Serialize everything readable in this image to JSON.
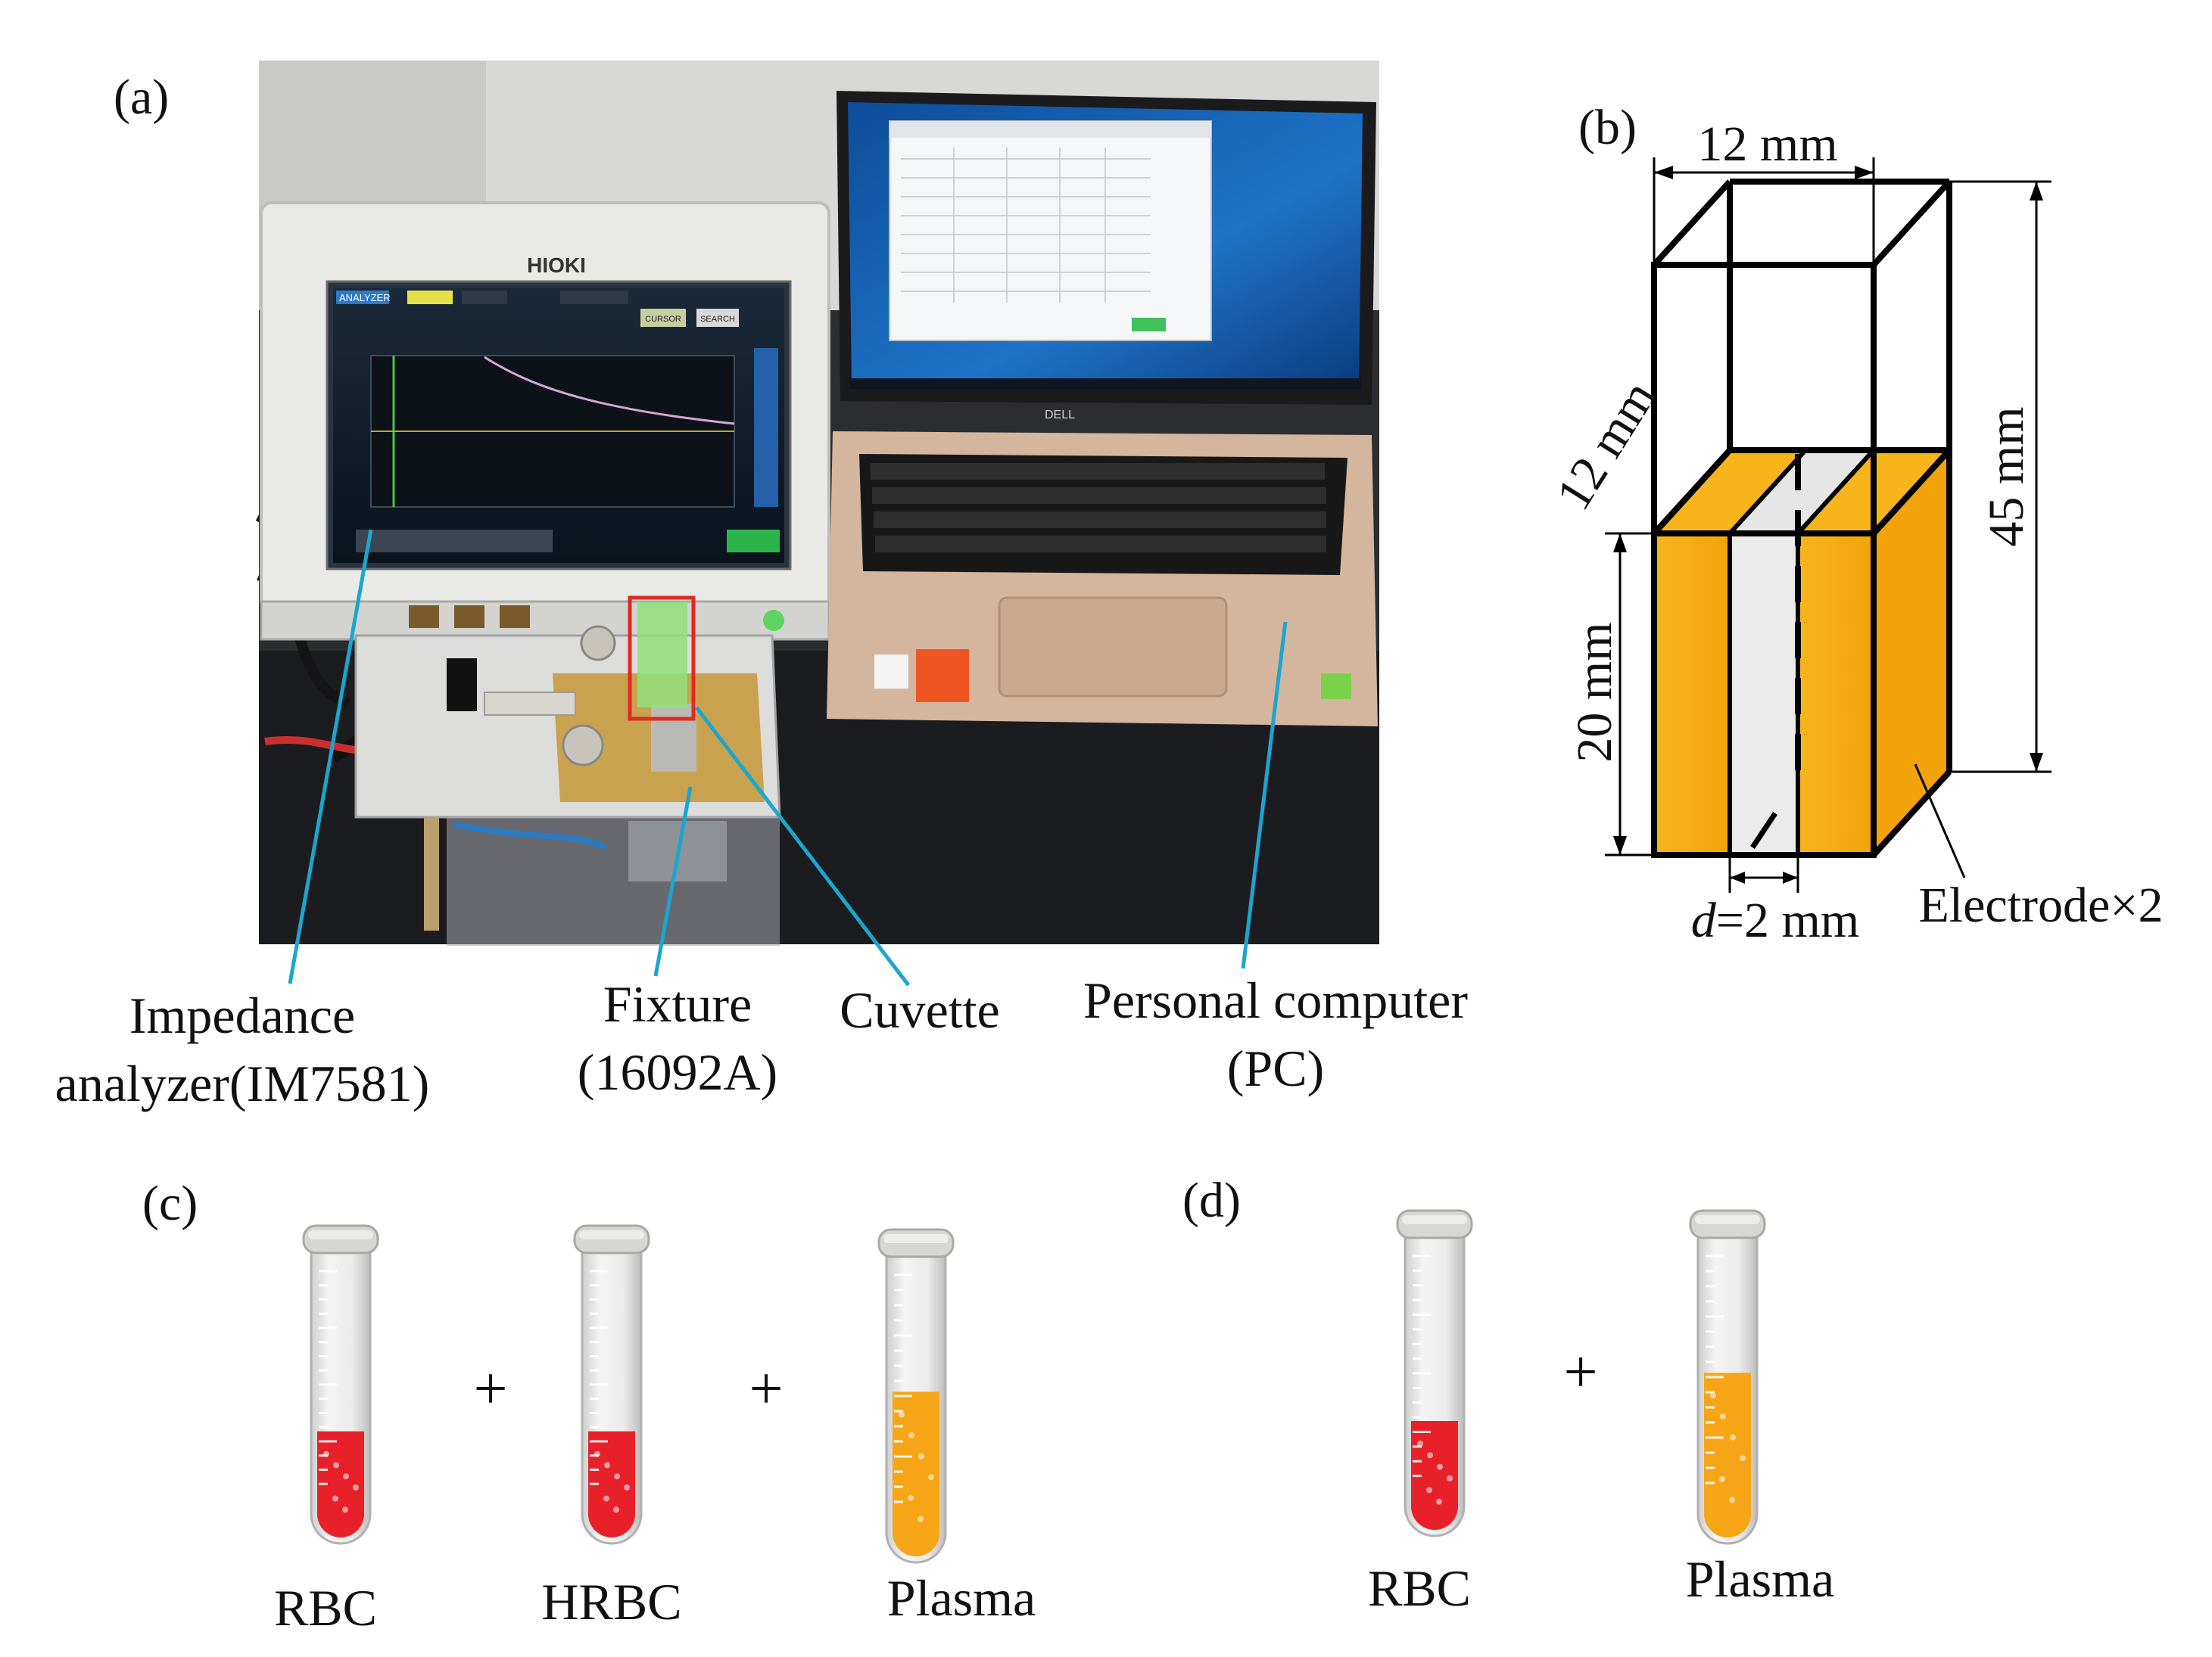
{
  "panels": {
    "a": "(a)",
    "b": "(b)",
    "c": "(c)",
    "d": "(d)"
  },
  "photo": {
    "analyzer_brand": "HIOKI",
    "screen_mode": "ANALYZER",
    "screen_buttons": [
      "CURSOR",
      "SEARCH"
    ],
    "laptop_brand": "DELL"
  },
  "callouts": {
    "analyzer_line1": "Impedance",
    "analyzer_line2": "analyzer(IM7581)",
    "fixture_line1": "Fixture",
    "fixture_line2": "(16092A)",
    "cuvette": "Cuvette",
    "pc_line1": "Personal computer",
    "pc_line2": "(PC)"
  },
  "cuvette_diagram": {
    "width_top": "12 mm",
    "depth": "12 mm",
    "height_total": "45 mm",
    "height_electrode": "20 mm",
    "gap_italic": "d",
    "gap_value": "=2 mm",
    "electrode_label": "Electrode×2"
  },
  "mixture_c": {
    "tubes": [
      {
        "label": "RBC",
        "fill": "#e8202a",
        "fill_level": 0.38
      },
      {
        "label": "HRBC",
        "fill": "#e8202a",
        "fill_level": 0.38
      },
      {
        "label": "Plasma",
        "fill": "#f5a515",
        "fill_level": 0.55
      }
    ],
    "operator": "+"
  },
  "mixture_d": {
    "tubes": [
      {
        "label": "RBC",
        "fill": "#e8202a",
        "fill_level": 0.38
      },
      {
        "label": "Plasma",
        "fill": "#f5a515",
        "fill_level": 0.55
      }
    ],
    "operator": "+"
  },
  "colors": {
    "callout_line": "#1aa6cf",
    "electrode": "#f5a80f",
    "highlight_box": "#e02a20"
  }
}
